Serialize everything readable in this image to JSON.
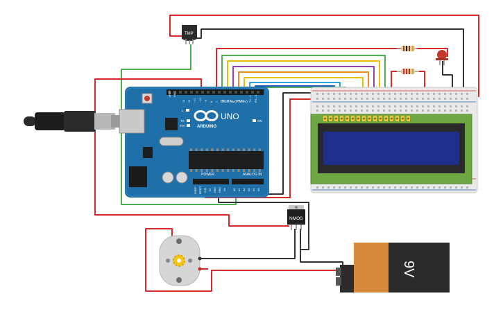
{
  "arduino": {
    "brand": "ARDUINO",
    "model": "UNO",
    "digital_label": "DIGITAL (PWM~)",
    "analog_label": "ANALOG IN",
    "power_label": "POWER",
    "on_label": "ON",
    "l_label": "L",
    "tx_label": "TX",
    "rx_label": "RX",
    "aref_label": "AREF",
    "gnd_label": "GND",
    "ioref_label": "IOREF",
    "reset_label": "RESET",
    "v33_label": "3.3V",
    "v5_label": "5V",
    "vin_label": "Vin",
    "digital_pins": [
      "13",
      "12",
      "~11",
      "~10",
      "~9",
      "8",
      "7",
      "~6",
      "~5",
      "4",
      "~3",
      "2",
      "TX→1",
      "RX←0"
    ],
    "analog_pins": [
      "A0",
      "A1",
      "A2",
      "A3",
      "A4",
      "A5"
    ]
  },
  "sensor": {
    "label": "TMP"
  },
  "transistor": {
    "label": "NMOS"
  },
  "battery": {
    "label": "9V"
  },
  "colors": {
    "red_wire": "#d42a2a",
    "black_wire": "#333333",
    "green_wire": "#4caf50",
    "board_blue": "#1f6fa8",
    "lcd_green": "#6fa843",
    "lcd_screen": "#1e2f8c",
    "battery_orange": "#d9893e",
    "battery_black": "#2b2b2b"
  }
}
